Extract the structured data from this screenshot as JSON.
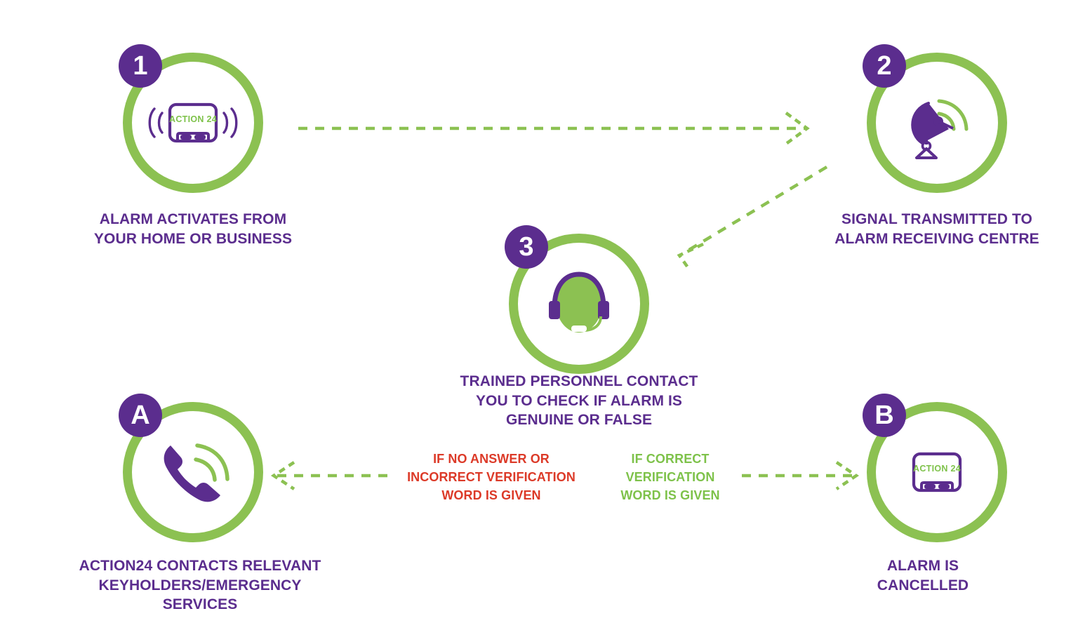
{
  "diagram": {
    "title": "Alarm monitoring process flow",
    "colors": {
      "purple": "#5B2D8E",
      "green": "#8CC152",
      "green_text": "#7EC24A",
      "red": "#DC3A28",
      "background": "#FFFFFF"
    }
  },
  "nodes": [
    {
      "id": "1",
      "badge": "1",
      "icon": "alarm-panel-with-sound-waves-icon",
      "panel_text": "ACTION 24",
      "caption": "ALARM ACTIVATES FROM\nYOUR HOME OR BUSINESS"
    },
    {
      "id": "2",
      "badge": "2",
      "icon": "satellite-dish-icon",
      "caption": "SIGNAL TRANSMITTED TO\nALARM RECEIVING CENTRE"
    },
    {
      "id": "3",
      "badge": "3",
      "icon": "headset-operator-icon",
      "caption": "TRAINED PERSONNEL CONTACT\nYOU TO CHECK IF ALARM IS\nGENUINE OR FALSE"
    },
    {
      "id": "A",
      "badge": "A",
      "icon": "ringing-phone-handset-icon",
      "caption": "ACTION24 CONTACTS RELEVANT\nKEYHOLDERS/EMERGENCY SERVICES"
    },
    {
      "id": "B",
      "badge": "B",
      "icon": "alarm-panel-icon",
      "panel_text": "ACTION 24",
      "caption": "ALARM IS\nCANCELLED"
    }
  ],
  "edges": [
    {
      "id": "edge-1-to-2",
      "from": "1",
      "to": "2",
      "style": "dashed-arrow",
      "direction": "right",
      "label": ""
    },
    {
      "id": "edge-2-to-3",
      "from": "2",
      "to": "3",
      "style": "dashed-arrow",
      "direction": "down-left",
      "label": ""
    },
    {
      "id": "edge-3-to-a",
      "from": "3",
      "to": "A",
      "style": "dashed-arrow",
      "direction": "left",
      "label": "IF NO ANSWER OR\nINCORRECT VERIFICATION\nWORD IS GIVEN",
      "label_color": "#DC3A28"
    },
    {
      "id": "edge-3-to-b",
      "from": "3",
      "to": "B",
      "style": "dashed-arrow",
      "direction": "right",
      "label": "IF CORRECT\nVERIFICATION\nWORD IS GIVEN",
      "label_color": "#7EC24A"
    }
  ]
}
